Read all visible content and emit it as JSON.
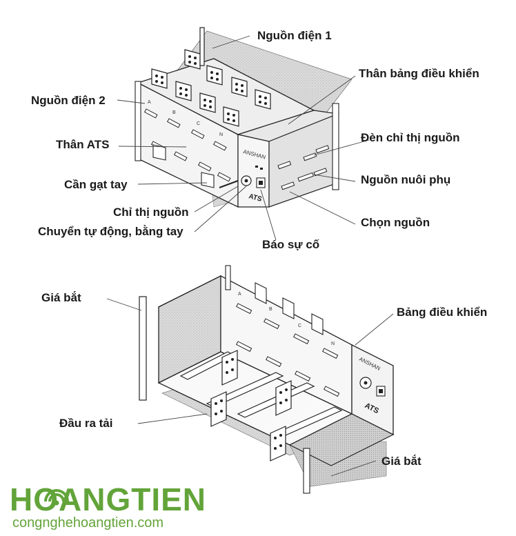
{
  "labels": {
    "nguon1": "Nguồn điện 1",
    "nguon2": "Nguồn điện 2",
    "than_bang": "Thân bảng điều khiển",
    "den_chi_thi": "Đèn chỉ thị nguồn",
    "than_ats": "Thân ATS",
    "nguon_nuoi": "Nguồn nuôi phụ",
    "can_gat": "Cần gạt tay",
    "chi_thi": "Chỉ thị nguồn",
    "chon_nguon": "Chọn nguồn",
    "chuyen": "Chuyển tự động, bằng tay",
    "bao_su_co": "Báo sự cố",
    "gia_bat_1": "Giá bắt",
    "bang_dk": "Bảng điều khiển",
    "dau_ra": "Đầu ra tải",
    "gia_bat_2": "Giá bắt"
  },
  "device": {
    "brand": "ANSHAN",
    "model": "ATS",
    "phases": [
      "A",
      "B",
      "C",
      "N"
    ]
  },
  "logo": {
    "name": "HOANGTIEN",
    "url": "congnghehoangtien.com",
    "color": "#63a43a"
  }
}
